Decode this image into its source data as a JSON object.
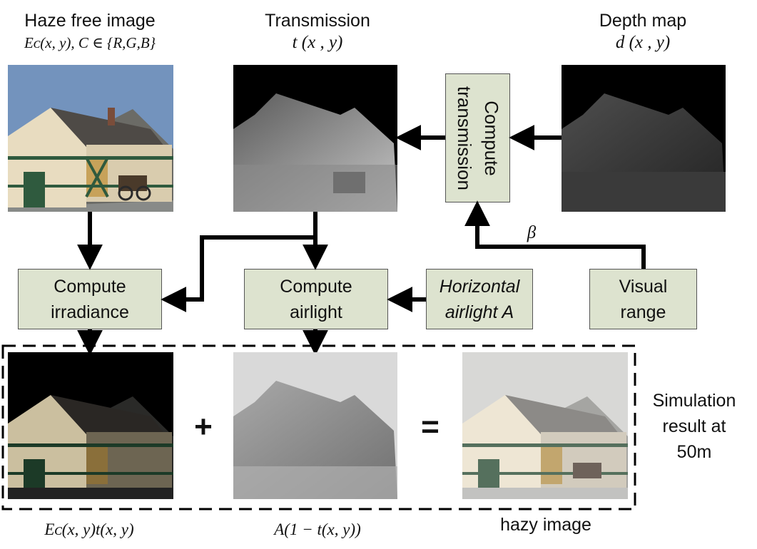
{
  "titles": {
    "haze_free": "Haze free image",
    "haze_free_formula": "Eᴄ(x, y), C ∈ {R,G,B}",
    "transmission": "Transmission",
    "transmission_formula": "t (x , y)",
    "depth": "Depth map",
    "depth_formula": "d (x , y)"
  },
  "boxes": {
    "compute_transmission": "Compute\ntransmission",
    "compute_irradiance": "Compute\nirradiance",
    "compute_airlight": "Compute\nairlight",
    "horizontal_airlight": "Horizontal\nairlight A",
    "visual_range": "Visual\nrange"
  },
  "beta": "β",
  "operators": {
    "plus": "+",
    "equals": "="
  },
  "bottom": {
    "irradiance_formula": "Eᴄ(x, y)t(x, y)",
    "airlight_formula": "A(1 − t(x, y))",
    "hazy": "hazy image"
  },
  "simulation_note": "Simulation\nresult at\n50m",
  "colors": {
    "box_fill": "#dde3cf",
    "arrow": "#000000",
    "sky": "#6f8fb8"
  }
}
